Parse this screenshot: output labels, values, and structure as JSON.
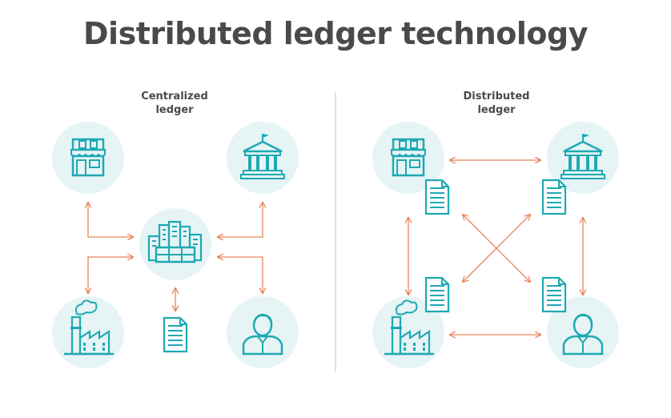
{
  "title": "Distributed ledger technology",
  "panels": {
    "centralized": {
      "label_line1": "Centralized",
      "label_line2": "ledger"
    },
    "distributed": {
      "label_line1": "Distributed",
      "label_line2": "ledger"
    }
  },
  "colors": {
    "icon": "#1fa9b2",
    "circle": "#e6f4f6",
    "arrow": "#e8845a",
    "title": "#4a4a4a",
    "divider": "#cccccc"
  },
  "icons": [
    "store-icon",
    "bank-icon",
    "office-buildings-icon",
    "factory-icon",
    "person-icon",
    "document-icon"
  ]
}
